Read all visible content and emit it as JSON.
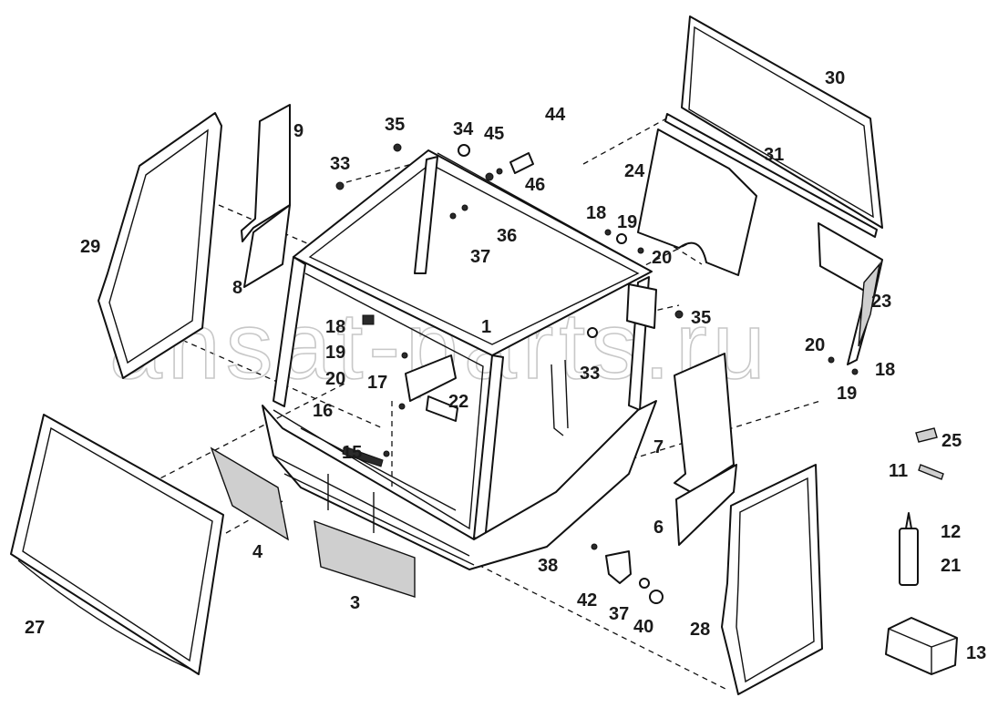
{
  "watermark": "ansat-parts.ru",
  "callouts": {
    "c1": "1",
    "c3": "3",
    "c4": "4",
    "c6": "6",
    "c7": "7",
    "c8": "8",
    "c9": "9",
    "c11": "11",
    "c12": "12",
    "c13": "13",
    "c15": "15",
    "c16": "16",
    "c17": "17",
    "c18a": "18",
    "c18b": "18",
    "c18c": "18",
    "c19a": "19",
    "c19b": "19",
    "c19c": "19",
    "c20a": "20",
    "c20b": "20",
    "c20c": "20",
    "c21": "21",
    "c22": "22",
    "c23": "23",
    "c24": "24",
    "c25": "25",
    "c27": "27",
    "c28": "28",
    "c29": "29",
    "c30": "30",
    "c31": "31",
    "c33a": "33",
    "c33b": "33",
    "c34": "34",
    "c35a": "35",
    "c35b": "35",
    "c36": "36",
    "c37a": "37",
    "c37b": "37",
    "c38": "38",
    "c40": "40",
    "c42": "42",
    "c44": "44",
    "c45": "45",
    "c46": "46"
  }
}
